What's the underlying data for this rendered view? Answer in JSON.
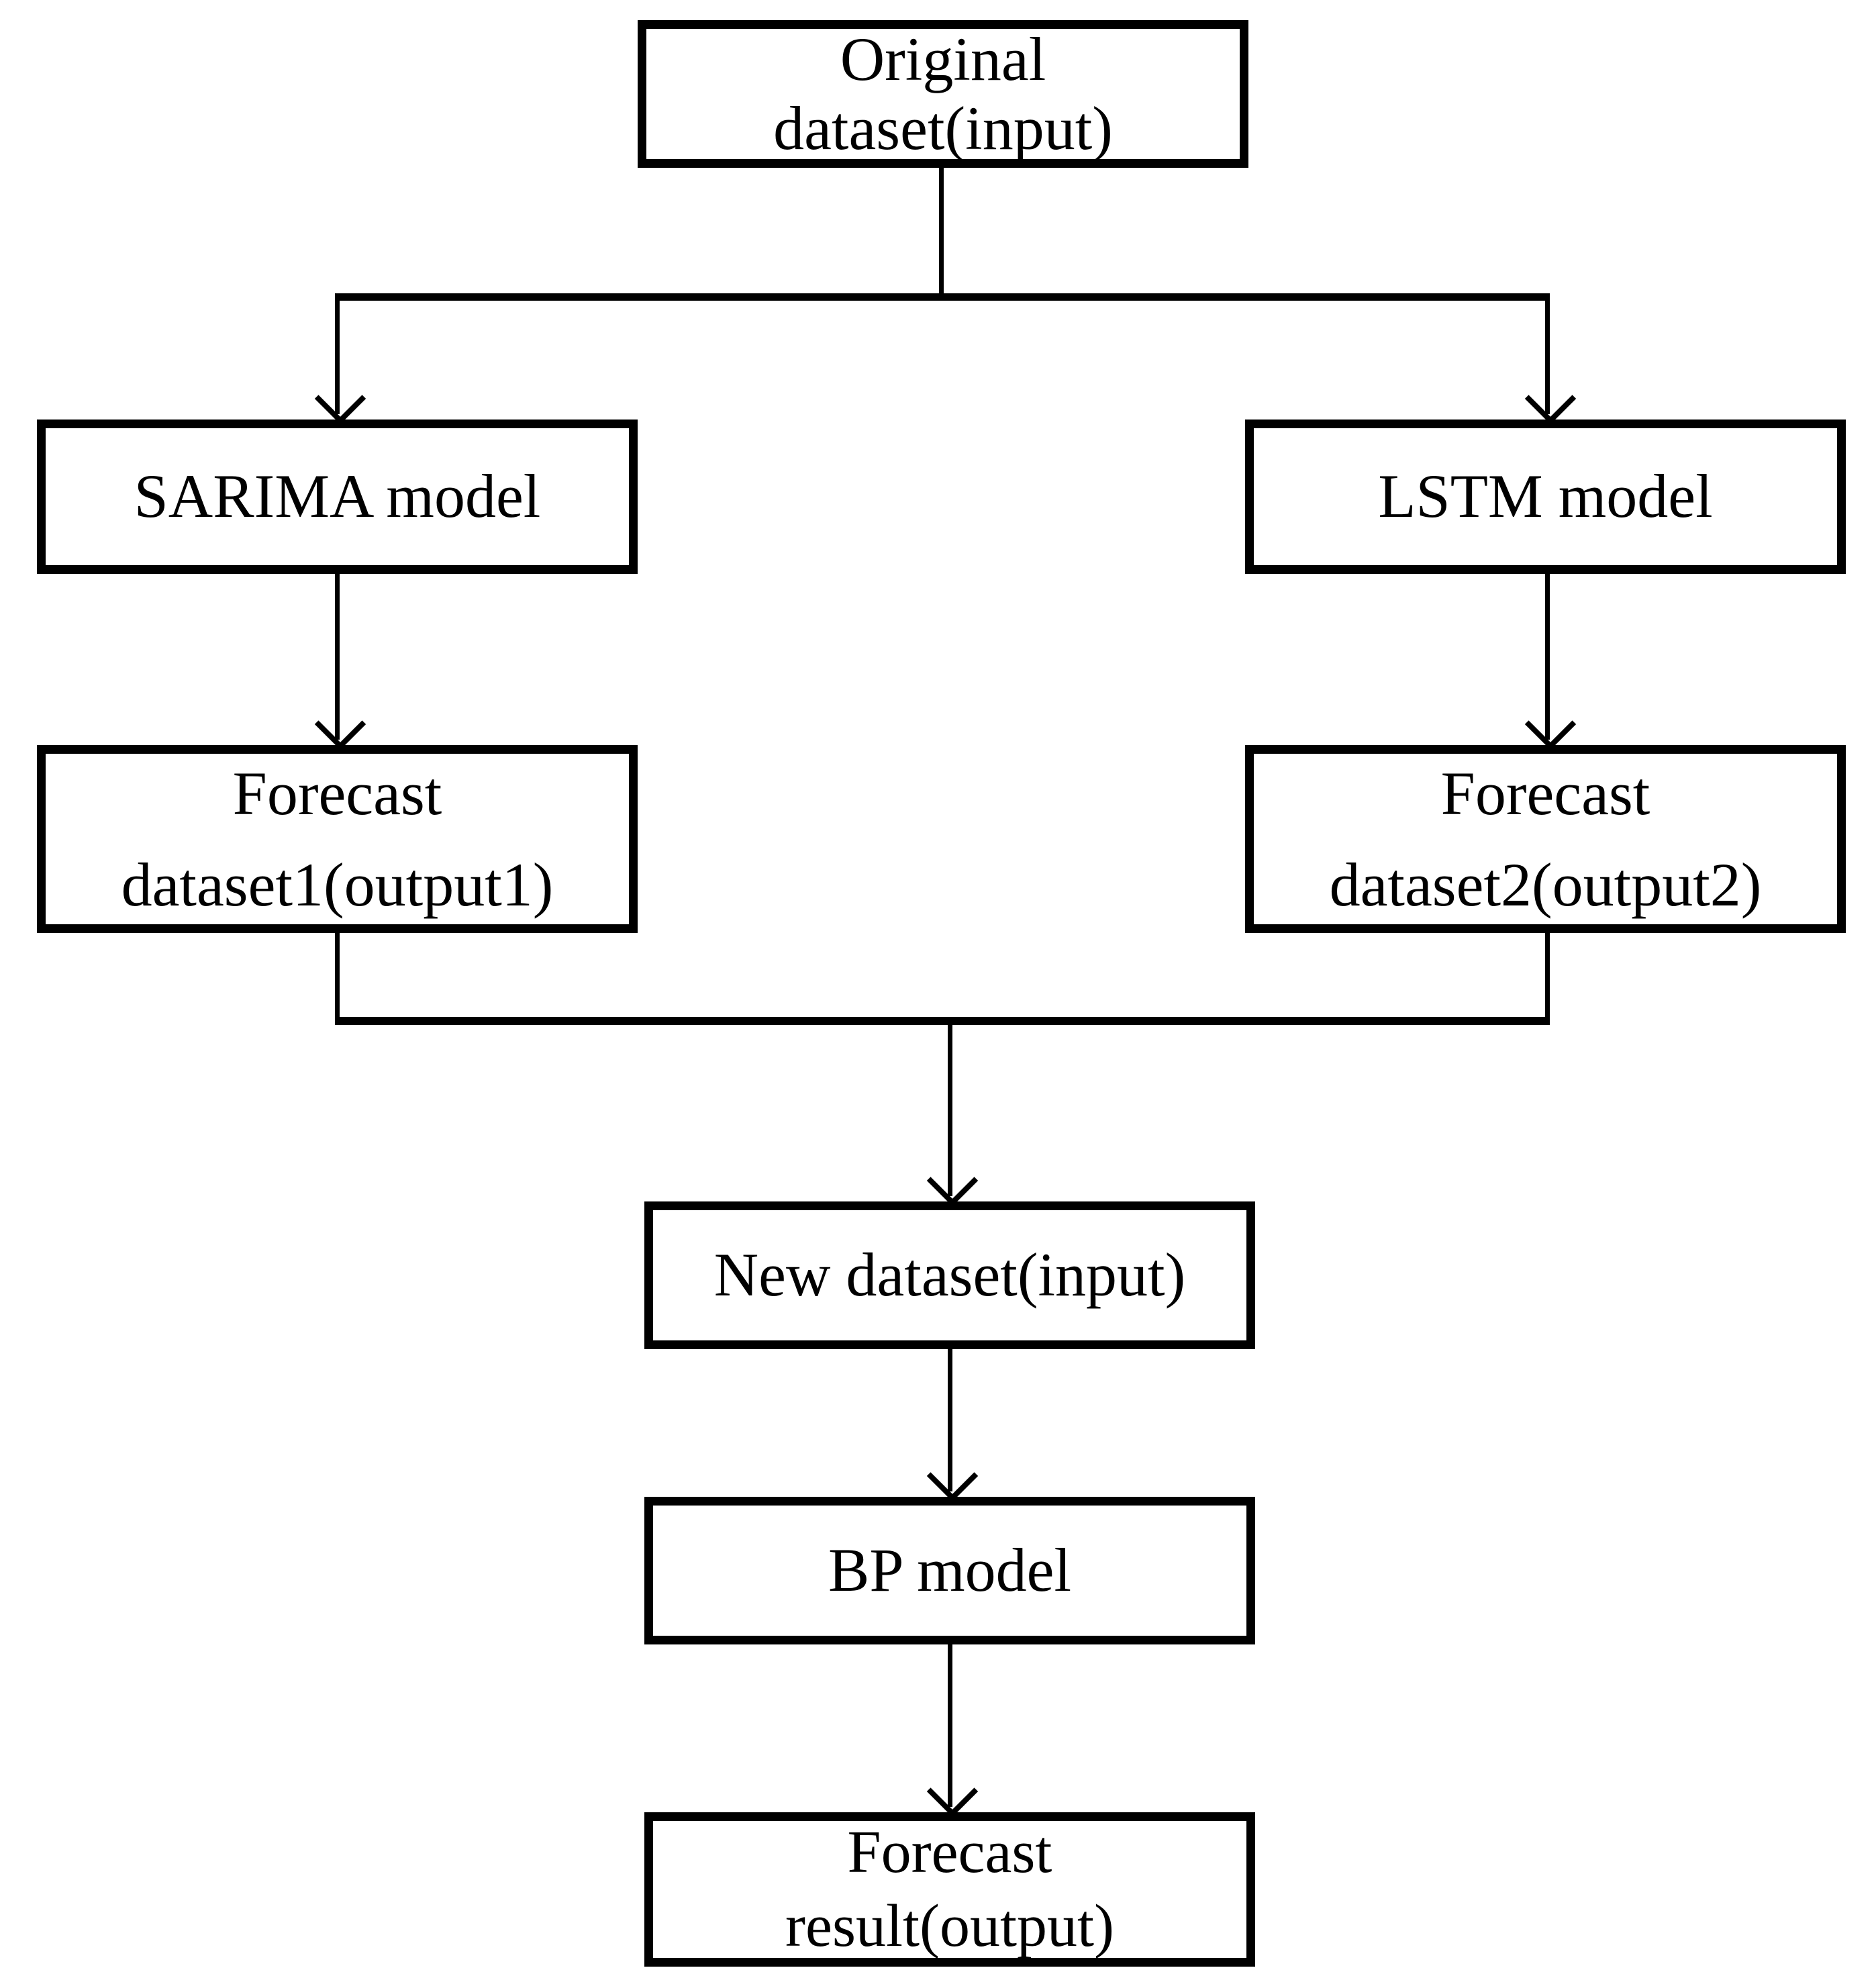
{
  "diagram": {
    "type": "flowchart",
    "background": "#ffffff",
    "line_color": "#000000",
    "box_style": {
      "fill": "#ffffff",
      "border_color": "#000000",
      "text_color": "#000000"
    },
    "nodes": [
      {
        "id": "original-dataset",
        "line1": "Original",
        "line2": "dataset(input)"
      },
      {
        "id": "sarima-model",
        "line1": "SARIMA model"
      },
      {
        "id": "lstm-model",
        "line1": "LSTM model"
      },
      {
        "id": "forecast-dataset1",
        "line1": "Forecast",
        "line2": "dataset1(output1)"
      },
      {
        "id": "forecast-dataset2",
        "line1": "Forecast",
        "line2": "dataset2(output2)"
      },
      {
        "id": "new-dataset",
        "line1": "New dataset(input)"
      },
      {
        "id": "bp-model",
        "line1": "BP model"
      },
      {
        "id": "forecast-result",
        "line1": "Forecast",
        "line2": "result(output)"
      }
    ],
    "edges": [
      {
        "from": "original-dataset",
        "to": "sarima-model"
      },
      {
        "from": "original-dataset",
        "to": "lstm-model"
      },
      {
        "from": "sarima-model",
        "to": "forecast-dataset1"
      },
      {
        "from": "lstm-model",
        "to": "forecast-dataset2"
      },
      {
        "from": "forecast-dataset1",
        "to": "new-dataset"
      },
      {
        "from": "forecast-dataset2",
        "to": "new-dataset"
      },
      {
        "from": "new-dataset",
        "to": "bp-model"
      },
      {
        "from": "bp-model",
        "to": "forecast-result"
      }
    ]
  }
}
